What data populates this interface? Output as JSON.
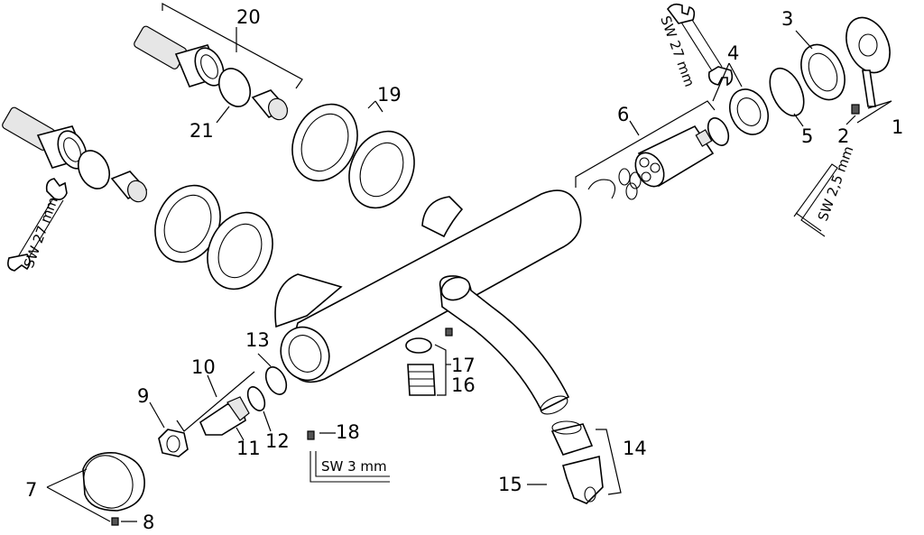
{
  "labels": {
    "n1": "1",
    "n2": "2",
    "n3": "3",
    "n4": "4",
    "n5": "5",
    "n6": "6",
    "n7": "7",
    "n8": "8",
    "n9": "9",
    "n10": "10",
    "n11": "11",
    "n12": "12",
    "n13": "13",
    "n14": "14",
    "n15": "15",
    "n16": "16",
    "n17": "17",
    "n18": "18",
    "n19": "19",
    "n20": "20",
    "n21": "21"
  },
  "tools": {
    "wrench_left": "SW 27 mm",
    "wrench_right": "SW 27 mm",
    "hex_key_right": "SW 2,5 mm",
    "hex_key_bottom": "SW 3 mm"
  }
}
